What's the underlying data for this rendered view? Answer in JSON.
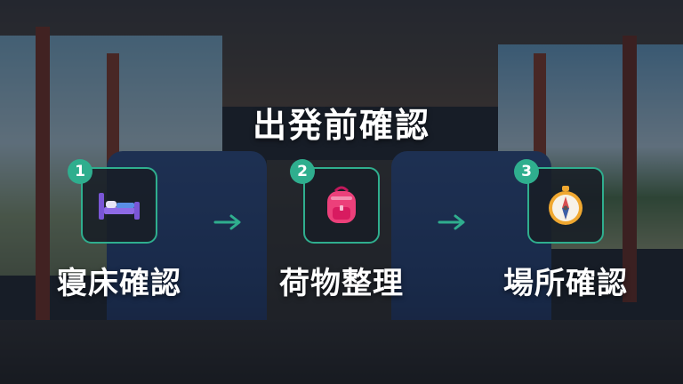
{
  "title": "出発前確認",
  "colors": {
    "accent": "#2fae8e",
    "tile_bg": "#181e26",
    "text": "#ffffff"
  },
  "steps": [
    {
      "number": "1",
      "label": "寝床確認",
      "icon": "bed-icon"
    },
    {
      "number": "2",
      "label": "荷物整理",
      "icon": "backpack-icon"
    },
    {
      "number": "3",
      "label": "場所確認",
      "icon": "compass-icon"
    }
  ],
  "arrows": [
    "arrow-right-icon",
    "arrow-right-icon"
  ]
}
